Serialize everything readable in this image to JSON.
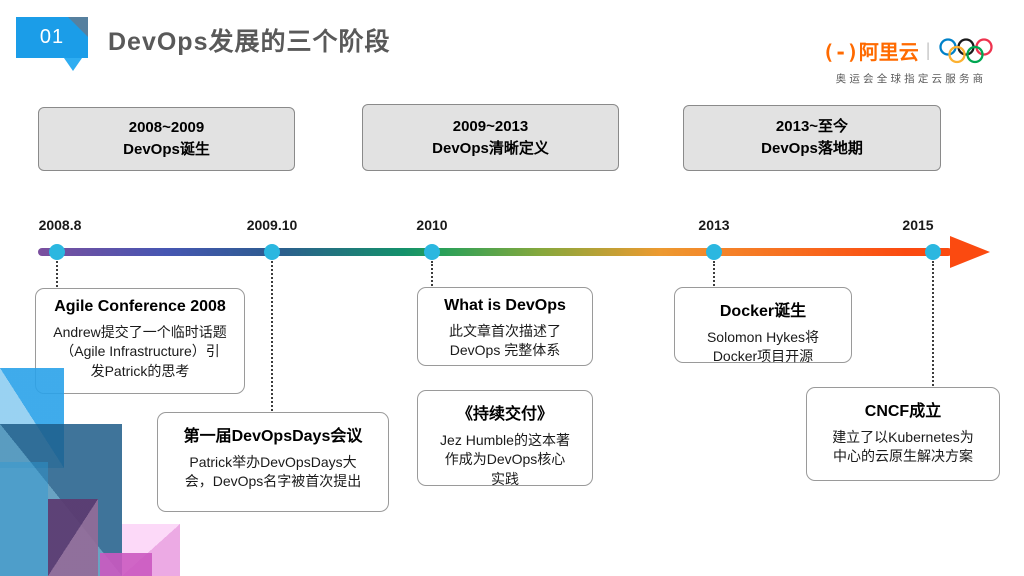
{
  "slide": {
    "badge_number": "01",
    "title": "DevOps发展的三个阶段"
  },
  "logo": {
    "brand_mark": "(-)",
    "brand_name": "阿里云",
    "divider": "|",
    "tagline": "奥运会全球指定云服务商"
  },
  "stages": [
    {
      "label": "2008~2009\nDevOps诞生"
    },
    {
      "label": "2009~2013\nDevOps清晰定义"
    },
    {
      "label": "2013~至今\nDevOps落地期"
    }
  ],
  "timeline": {
    "points": [
      {
        "year": "2008.8"
      },
      {
        "year": "2009.10"
      },
      {
        "year": "2010"
      },
      {
        "year": "2013"
      },
      {
        "year": "2015"
      }
    ]
  },
  "events": [
    {
      "title": "Agile Conference 2008",
      "body": "Andrew提交了一个临时话题\n（Agile Infrastructure）引\n发Patrick的思考"
    },
    {
      "title": "第一届DevOpsDays会议",
      "body": "Patrick举办DevOpsDays大\n会，DevOps名字被首次提出"
    },
    {
      "title": "What is DevOps",
      "body": "此文章首次描述了\nDevOps 完整体系"
    },
    {
      "title": "《持续交付》",
      "body": "Jez Humble的这本著\n作成为DevOps核心\n实践"
    },
    {
      "title": "Docker诞生",
      "body": "Solomon Hykes将\nDocker项目开源"
    },
    {
      "title": "CNCF成立",
      "body": "建立了以Kubernetes为\n中心的云原生解决方案"
    }
  ],
  "colors": {
    "accent-blue": "#1b9de8",
    "dot-cyan": "#2bb7e0",
    "alibaba-orange": "#ff6a00",
    "title-gray": "#595959",
    "timeline-purple": "#7b4f9e",
    "timeline-indigo": "#4656b2",
    "timeline-blue": "#2d5c8f",
    "timeline-green": "#14916b",
    "timeline-olive": "#86a83d",
    "timeline-orange": "#ec9a30",
    "timeline-red": "#fb4a10"
  }
}
